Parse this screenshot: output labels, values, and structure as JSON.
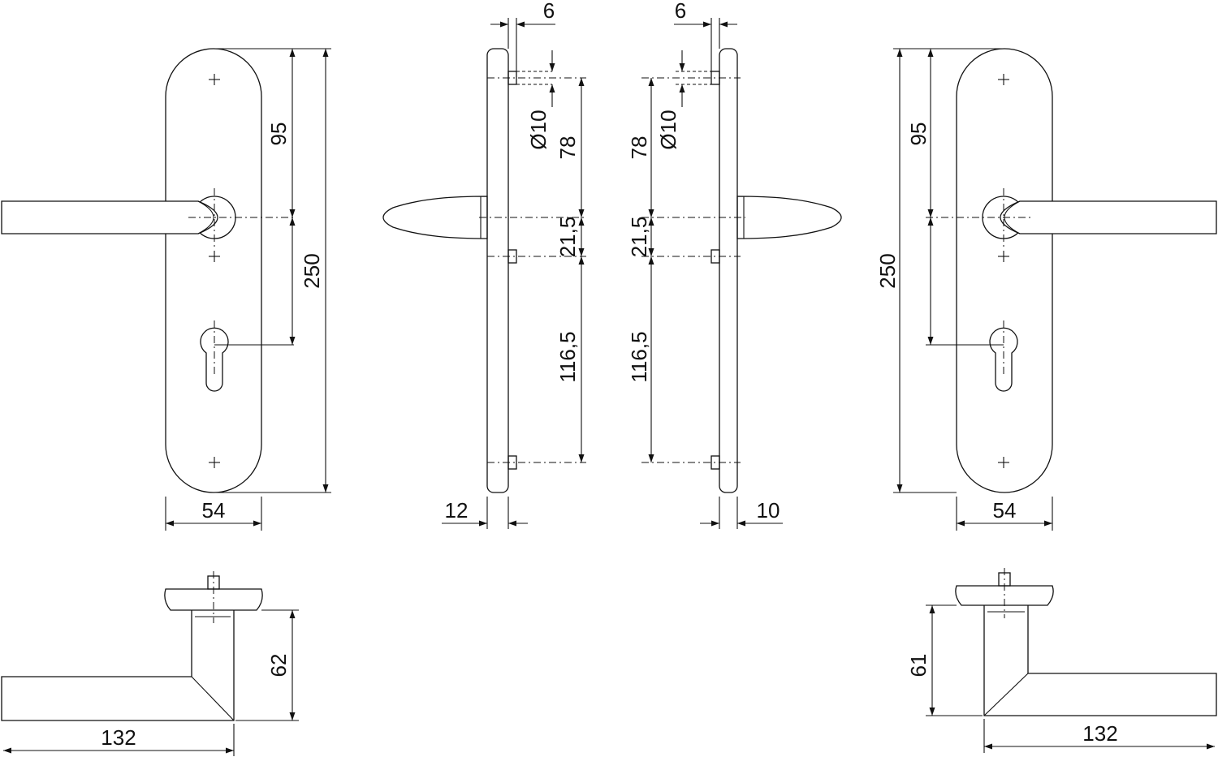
{
  "dimensions": {
    "left_front": {
      "plate_width": "54",
      "lever_to_cylinder": "95",
      "plate_height": "250"
    },
    "left_side": {
      "top_offset": "6",
      "hole_diameter": "Ø10",
      "screw_to_spindle": "78",
      "spindle_to_screw": "21,5",
      "screw_to_bottom_screw": "116,5",
      "plate_thickness": "12"
    },
    "right_side": {
      "top_offset": "6",
      "hole_diameter": "Ø10",
      "screw_to_spindle": "78",
      "spindle_to_screw": "21,5",
      "screw_to_bottom_screw": "116,5",
      "plate_thickness": "10"
    },
    "right_front": {
      "plate_width": "54",
      "lever_to_cylinder": "95",
      "plate_height": "250"
    },
    "left_top": {
      "projection": "62",
      "lever_length": "132"
    },
    "right_top": {
      "projection": "61",
      "lever_length": "132"
    }
  },
  "colors": {
    "line": "#111111",
    "background": "#ffffff"
  }
}
